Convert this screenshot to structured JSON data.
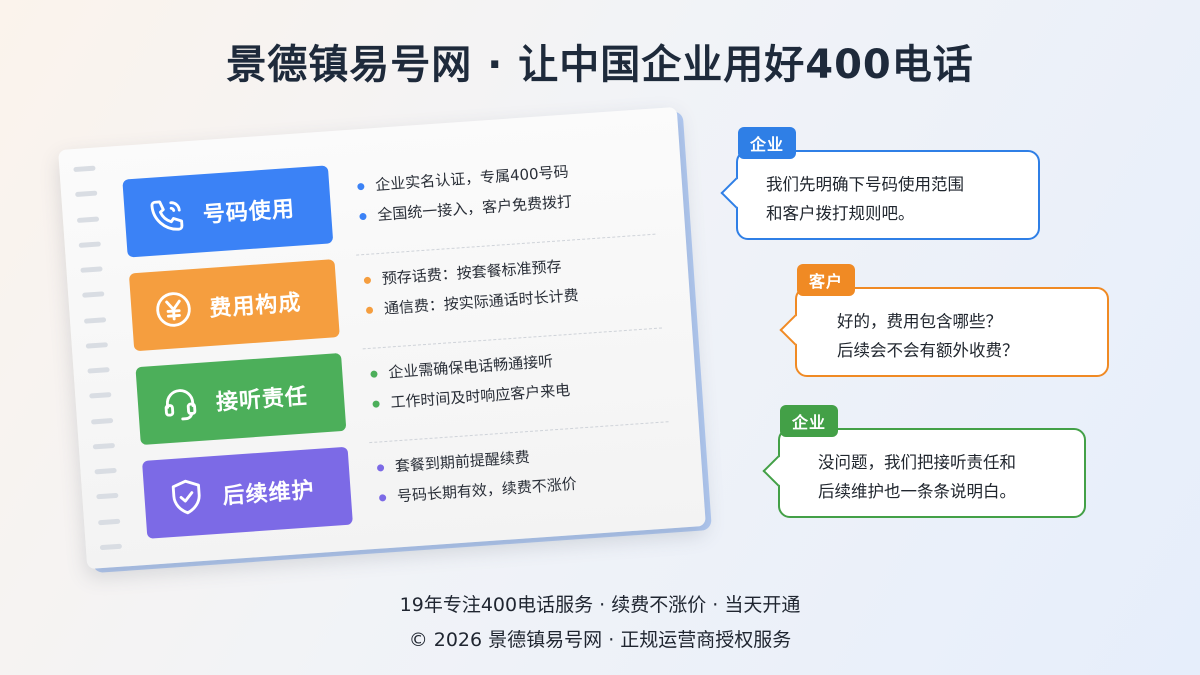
{
  "title": "景德镇易号网 · 让中国企业用好400电话",
  "rows": [
    {
      "label": "号码使用",
      "icon": "phone-icon",
      "color": "#3b82f6",
      "bullets": [
        "企业实名认证，专属400号码",
        "全国统一接入，客户免费拨打"
      ]
    },
    {
      "label": "费用构成",
      "icon": "yuan-icon",
      "color": "#f59e3f",
      "bullets": [
        "预存话费：按套餐标准预存",
        "通信费：按实际通话时长计费"
      ]
    },
    {
      "label": "接听责任",
      "icon": "headset-icon",
      "color": "#4caf5a",
      "bullets": [
        "企业需确保电话畅通接听",
        "工作时间及时响应客户来电"
      ]
    },
    {
      "label": "后续维护",
      "icon": "shield-check-icon",
      "color": "#7c6ae6",
      "bullets": [
        "套餐到期前提醒续费",
        "号码长期有效，续费不涨价"
      ]
    }
  ],
  "chat": [
    {
      "tag": "企业",
      "color": "#2f7fe6",
      "lines": [
        "我们先明确下号码使用范围",
        "和客户拨打规则吧。"
      ]
    },
    {
      "tag": "客户",
      "color": "#f08a24",
      "lines": [
        "好的，费用包含哪些？",
        "后续会不会有额外收费？"
      ]
    },
    {
      "tag": "企业",
      "color": "#43a047",
      "lines": [
        "没问题，我们把接听责任和",
        "后续维护也一条条说明白。"
      ]
    }
  ],
  "footer": {
    "line1": "19年专注400电话服务 · 续费不涨价 · 当天开通",
    "line2": "© 2026 景德镇易号网 · 正规运营商授权服务"
  }
}
